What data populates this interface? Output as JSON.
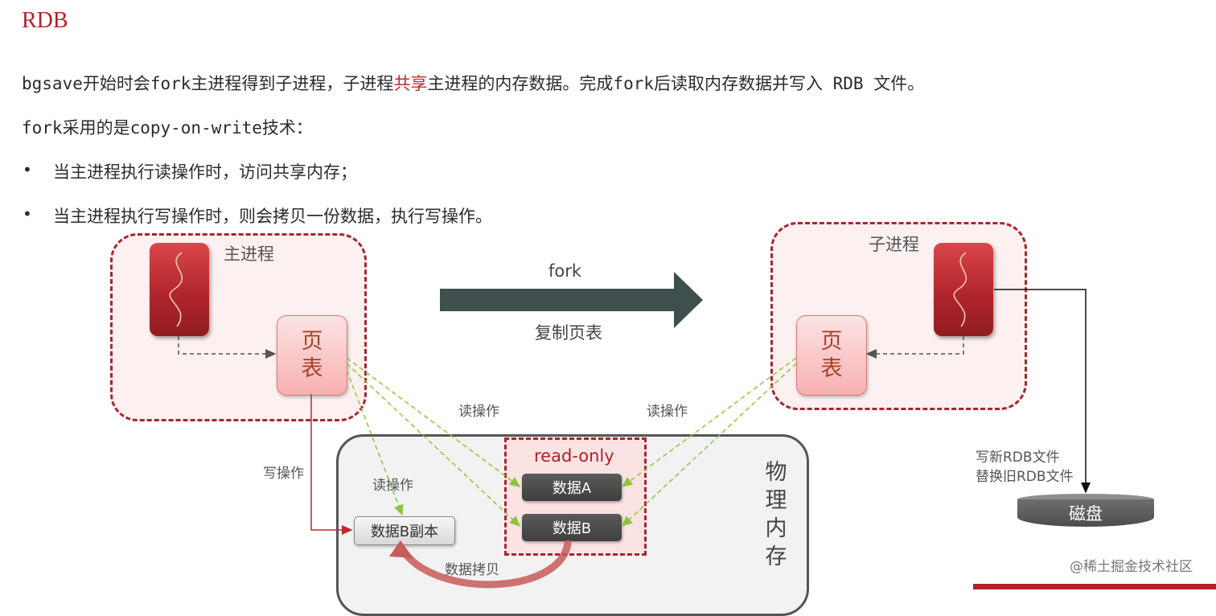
{
  "title": "RDB",
  "paragraphs": {
    "line1_pre": "bgsave开始时会fork主进程得到子进程，子进程",
    "line1_highlight": "共享",
    "line1_post": "主进程的内存数据。完成fork后读取内存数据并写入 RDB 文件。",
    "line2": "fork采用的是copy-on-write技术：",
    "bullets": [
      "当主进程执行读操作时，访问共享内存；",
      "当主进程执行写操作时，则会拷贝一份数据，执行写操作。"
    ],
    "bullet_symbol": "•"
  },
  "diagram": {
    "main_process": {
      "label": "主进程",
      "page_table": [
        "页",
        "表"
      ]
    },
    "child_process": {
      "label": "子进程",
      "page_table": [
        "页",
        "表"
      ]
    },
    "fork_arrow": {
      "top_label": "fork",
      "bottom_label": "复制页表"
    },
    "labels": {
      "read_op_left": "读操作",
      "read_op_right": "读操作",
      "read_op_inner": "读操作",
      "write_op": "写操作",
      "data_copy": "数据拷贝",
      "write_rdb_line1": "写新RDB文件",
      "write_rdb_line2": "替换旧RDB文件"
    },
    "memory": {
      "label_chars": [
        "物",
        "理",
        "内",
        "存"
      ],
      "read_only_label": "read-only",
      "data_a": "数据A",
      "data_b": "数据B",
      "data_b_copy": "数据B副本"
    },
    "disk_label": "磁盘",
    "colors": {
      "accent_red": "#a8262e",
      "arrow_dark": "#3f4f4d",
      "dashed_green": "#8cc63f"
    }
  },
  "watermark": "@稀土掘金技术社区"
}
